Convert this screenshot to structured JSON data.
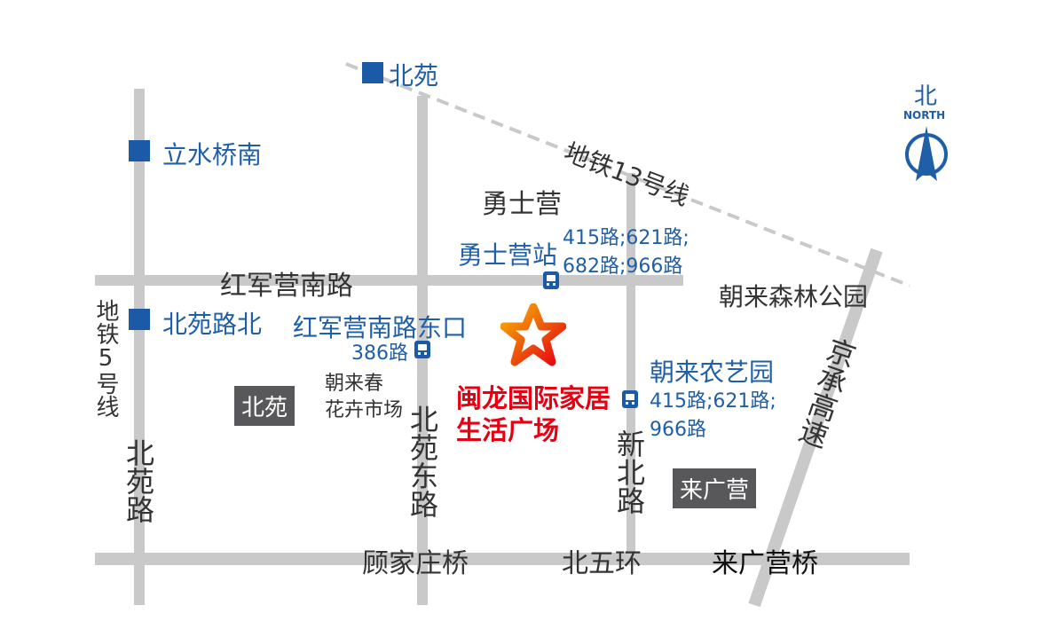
{
  "compass": {
    "cn": "北",
    "en": "NORTH"
  },
  "metro_line_13": "地铁13号线",
  "metro_line_5": "地铁5号线",
  "stations": {
    "beiyuan": "北苑",
    "lishuiqiaonan": "立水桥南",
    "beiyuanlubei": "北苑路北"
  },
  "areas": {
    "yongshiying": "勇士营",
    "chaolaipark": "朝来森林公园",
    "beiyuan_box": "北苑",
    "laiguangying_box": "来广营",
    "flower_market": "朝来春\n花卉市场"
  },
  "roads": {
    "hongjunying_s": "红军营南路",
    "beiyuan_rd": "北苑路",
    "beiyuan_east": "北苑东路",
    "xinbei": "新北路",
    "jingcheng": "京承高速",
    "north5ring": "北五环",
    "gujiazhuang": "顾家庄桥",
    "laiguangying_bridge": "来广营桥"
  },
  "bus_stops": [
    {
      "name": "勇士营站",
      "routes_line1": "415路;621路;",
      "routes_line2": "682路;966路"
    },
    {
      "name": "红军营南路东口",
      "routes_line1": "386路"
    },
    {
      "name": "朝来农艺园",
      "routes_line1": "415路;621路;",
      "routes_line2": "966路"
    }
  ],
  "destination": {
    "line1": "闽龙国际家居",
    "line2": "生活广场"
  },
  "colors": {
    "road": "#c9c9ca",
    "blue": "#1f5fa8",
    "red": "#e60012",
    "dark": "#58585a"
  }
}
